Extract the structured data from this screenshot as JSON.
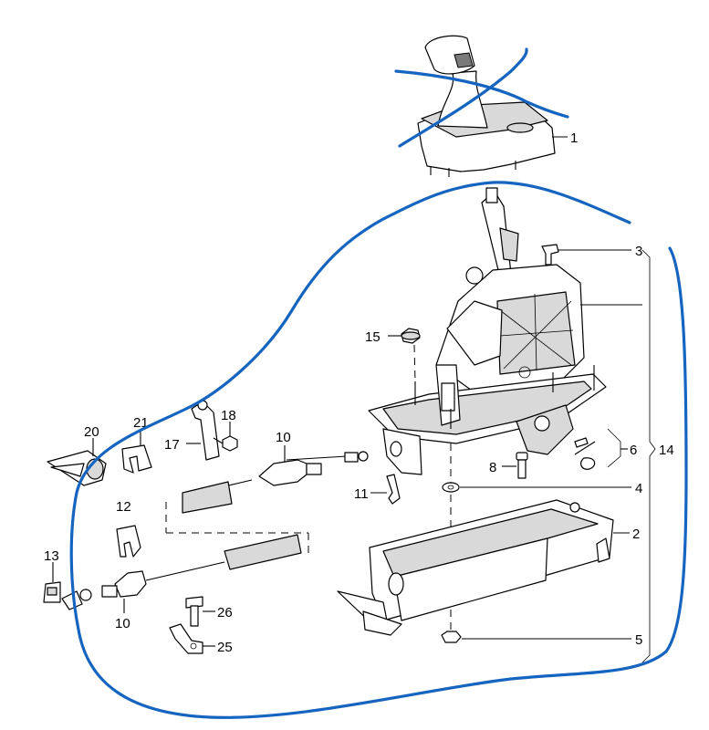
{
  "callouts": {
    "c1": "1",
    "c2": "2",
    "c3": "3",
    "c4": "4",
    "c5": "5",
    "c6": "6",
    "c8": "8",
    "c10a": "10",
    "c10b": "10",
    "c11": "11",
    "c12": "12",
    "c13": "13",
    "c14": "14",
    "c15": "15",
    "c17": "17",
    "c18": "18",
    "c20": "20",
    "c21": "21",
    "c25": "25",
    "c26": "26"
  },
  "annotation_color": "#1565c0",
  "annotations": {
    "cross_out": "blue X drawn over part 1 (selector cover)",
    "encircled_parts": "blue outline loop around parts 2-26"
  }
}
